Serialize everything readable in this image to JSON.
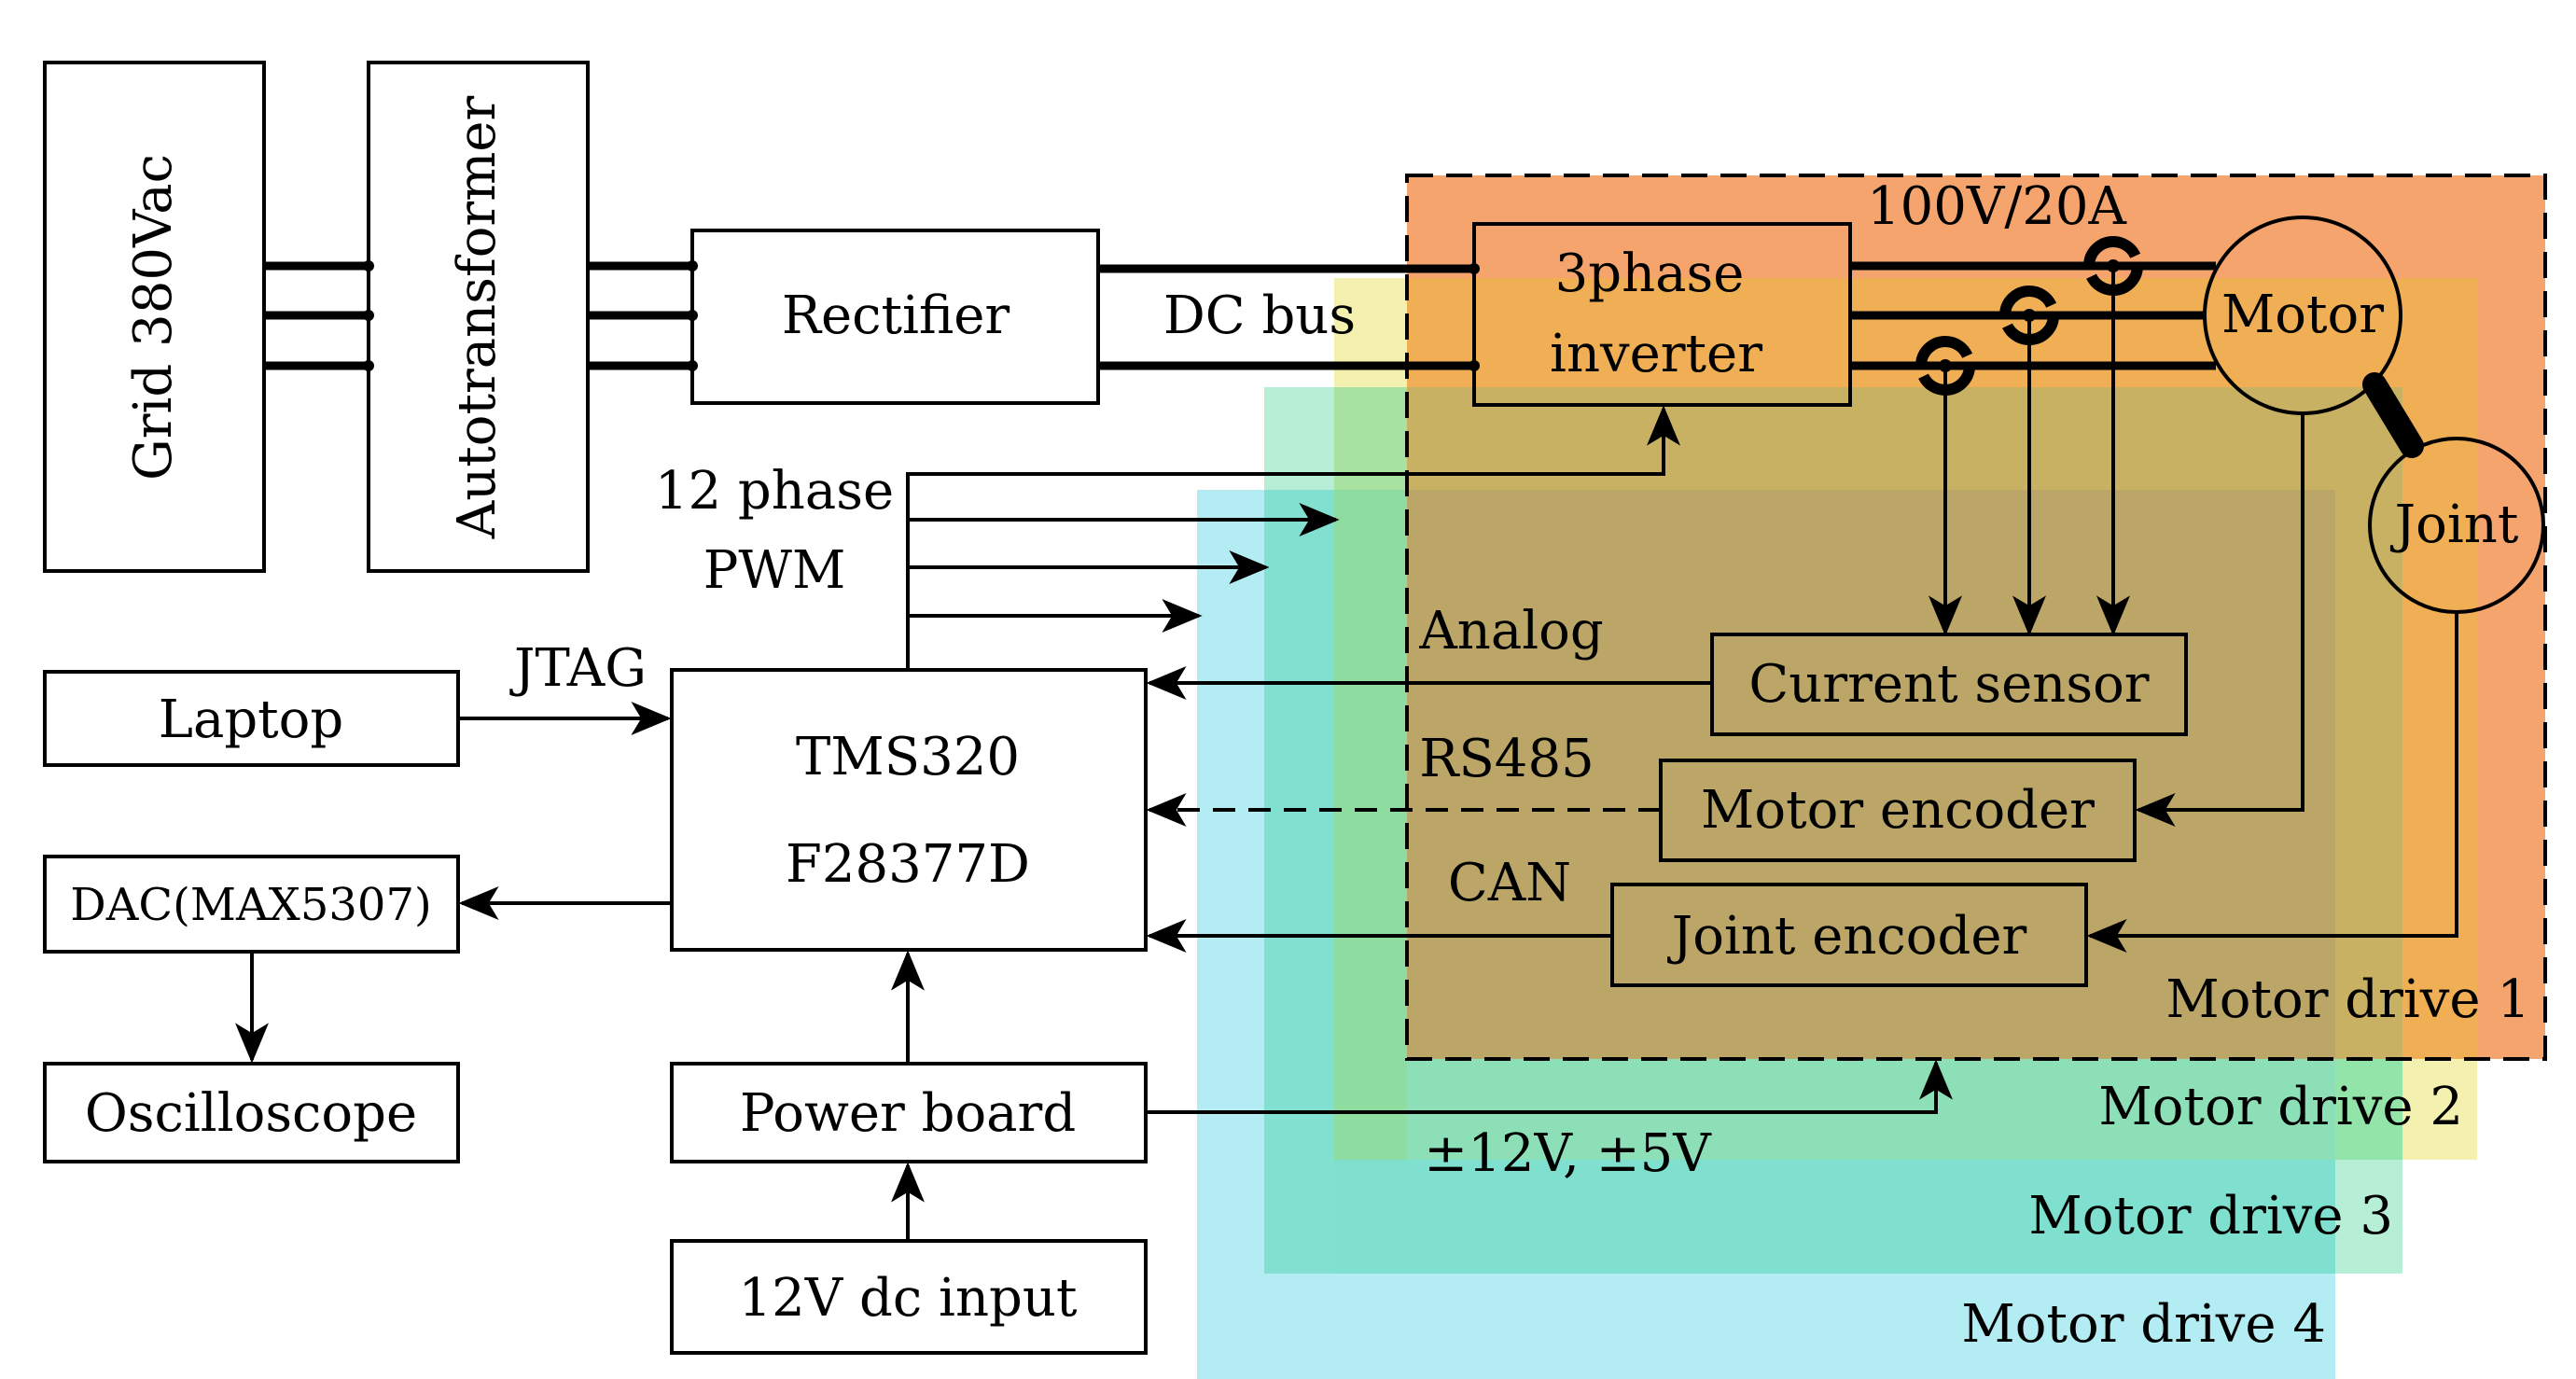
{
  "labels": {
    "grid": "Grid 380Vac",
    "autotransformer": "Autotransformer",
    "rectifier": "Rectifier",
    "dc_bus": "DC bus",
    "inverter_line1": "3phase",
    "inverter_line2": "inverter",
    "rating": "100V/20A",
    "motor": "Motor",
    "joint": "Joint",
    "pwm_line1": "12 phase",
    "pwm_line2": "PWM",
    "analog": "Analog",
    "current_sensor": "Current sensor",
    "rs485": "RS485",
    "motor_encoder": "Motor encoder",
    "can": "CAN",
    "joint_encoder": "Joint encoder",
    "jtag": "JTAG",
    "laptop": "Laptop",
    "mcu_line1": "TMS320",
    "mcu_line2": "F28377D",
    "dac": "DAC(MAX5307)",
    "oscilloscope": "Oscilloscope",
    "power_board": "Power board",
    "dc_input": "12V dc input",
    "supply": "±12V, ±5V"
  },
  "drives": [
    {
      "name": "Motor drive 1",
      "color": "#f4a46c"
    },
    {
      "name": "Motor drive 2",
      "color": "#f3f0b0"
    },
    {
      "name": "Motor drive 3",
      "color": "#b6eed6"
    },
    {
      "name": "Motor drive 4",
      "color": "#b3ecf2"
    }
  ]
}
